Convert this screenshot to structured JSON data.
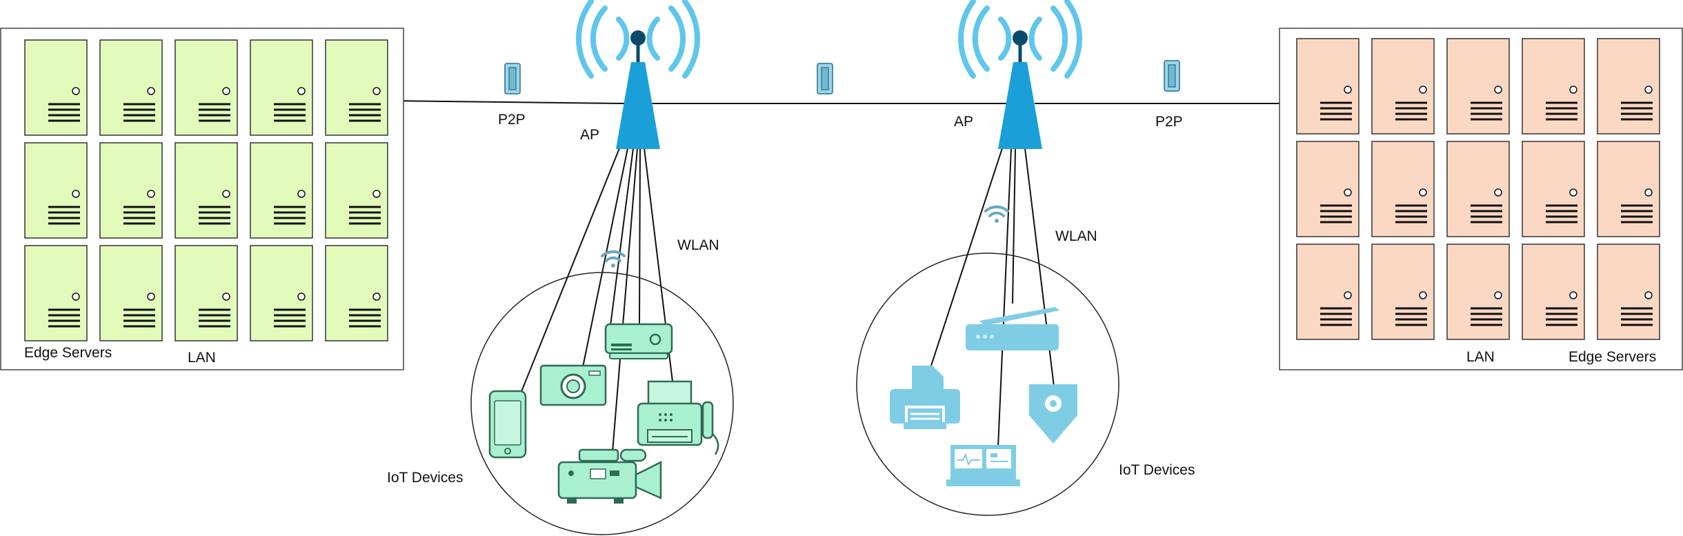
{
  "labels": {
    "edge_servers_left": "Edge Servers",
    "lan_left": "LAN",
    "p2p_left": "P2P",
    "ap_left": "AP",
    "wlan_left": "WLAN",
    "iot_left": "IoT Devices",
    "ap_right": "AP",
    "p2p_right": "P2P",
    "wlan_right": "WLAN",
    "iot_right": "IoT Devices",
    "lan_right": "LAN",
    "edge_servers_right": "Edge Servers"
  },
  "colors": {
    "server_green": "#e2fbbb",
    "server_orange": "#fbd8c3",
    "antenna_blue": "#1b9fd8",
    "antenna_head": "#0b4a6b",
    "signal_blue": "#5fc6ec",
    "iot_green": "#a8f0cf",
    "iot_green_dark": "#2e6b55",
    "iot_blue": "#7fcde4",
    "line": "#111111"
  },
  "left_cluster": {
    "rows": 3,
    "cols": 5,
    "icons": [
      "server-icon"
    ]
  },
  "right_cluster": {
    "rows": 3,
    "cols": 5,
    "icons": [
      "server-icon"
    ]
  },
  "iot_left_devices": [
    "smartphone-icon",
    "camera-icon",
    "router-icon",
    "fax-icon",
    "video-camera-icon",
    "wifi-icon"
  ],
  "iot_right_devices": [
    "printer-icon",
    "scanner-icon",
    "monitor-icon",
    "location-tag-icon",
    "wifi-icon"
  ]
}
